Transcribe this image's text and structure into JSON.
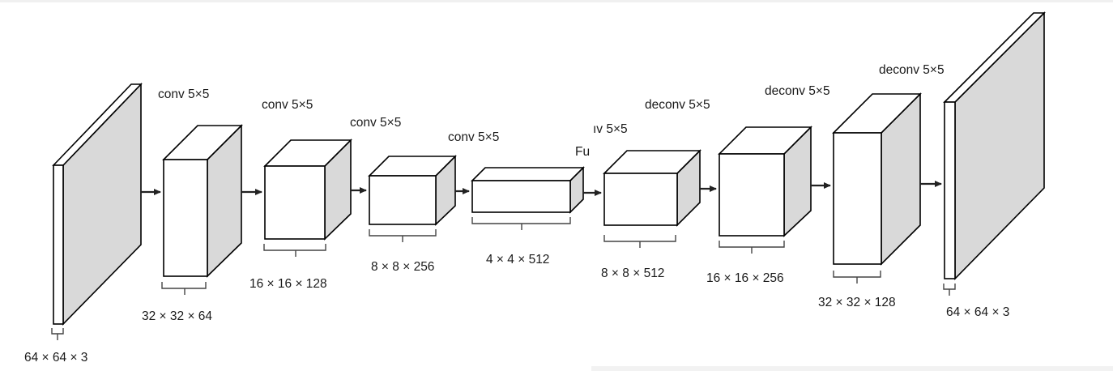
{
  "diagram": {
    "colors": {
      "side_fill": "#d9d9d9",
      "face_fill": "#ffffff",
      "stroke": "#000000",
      "text": "#1a1a1a"
    },
    "layers": [
      {
        "id": "input",
        "dims": "64 × 64 × 3",
        "op": ""
      },
      {
        "id": "enc1",
        "dims": "32 × 32 × 64",
        "op": "conv 5×5"
      },
      {
        "id": "enc2",
        "dims": "16 × 16 × 128",
        "op": "conv 5×5"
      },
      {
        "id": "enc3",
        "dims": "8 × 8 × 256",
        "op": "conv 5×5"
      },
      {
        "id": "enc4",
        "dims": "4 × 4 × 512",
        "op": "conv 5×5"
      },
      {
        "id": "dec1",
        "dims": "8 × 8 × 512",
        "op": "ıv 5×5"
      },
      {
        "id": "dec2",
        "dims": "16 × 16 × 256",
        "op": "deconv 5×5"
      },
      {
        "id": "dec3",
        "dims": "32 × 32 × 128",
        "op": "deconv 5×5"
      },
      {
        "id": "output",
        "dims": "64 × 64 × 3",
        "op": "deconv 5×5"
      }
    ],
    "fc_label": "Fu"
  }
}
